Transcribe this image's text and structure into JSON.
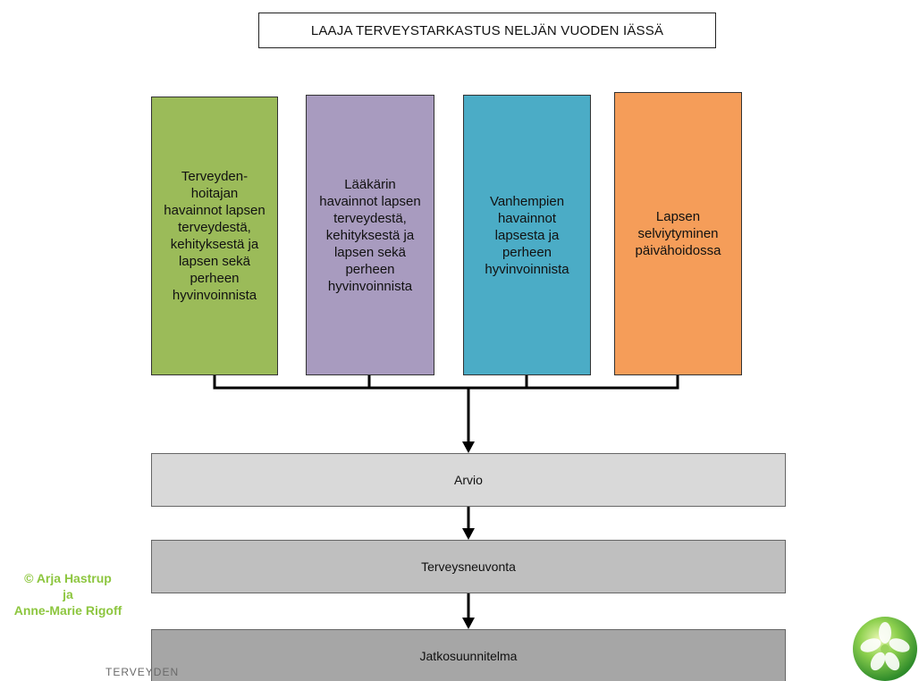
{
  "header": {
    "title": "LAAJA TERVEYSTARKASTUS NELJÄN VUODEN IÄSSÄ"
  },
  "colors": {
    "col1": "#9bbb59",
    "col2": "#a89bbf",
    "col3": "#4bacc6",
    "col4": "#f59d59",
    "step1": "#d9d9d9",
    "step2": "#bfbfbf",
    "step3": "#a6a6a6",
    "copyright": "#8dc63f"
  },
  "columns": [
    {
      "lines": [
        "Terveyden-",
        "hoitajan",
        "havainnot lapsen",
        "terveydestä,",
        "kehityksestä ja",
        "lapsen sekä",
        "perheen",
        "hyvinvoinnista"
      ]
    },
    {
      "lines": [
        "Lääkärin",
        "havainnot lapsen",
        "terveydestä,",
        "kehityksestä ja",
        "lapsen sekä",
        "perheen",
        "hyvinvoinnista"
      ]
    },
    {
      "lines": [
        "Vanhempien",
        "havainnot",
        "lapsesta ja",
        "perheen",
        "hyvinvoinnista"
      ]
    },
    {
      "lines": [
        "Lapsen",
        "selviytyminen",
        "päivähoidossa"
      ]
    }
  ],
  "steps": [
    {
      "label": "Arvio"
    },
    {
      "label": "Terveysneuvonta"
    },
    {
      "label": "Jatkosuunnitelma"
    }
  ],
  "footer": {
    "copyright_lines": [
      "© Arja Hastrup",
      "ja",
      "Anne-Marie Rigoff"
    ],
    "brand_text": "TERVEYDEN"
  },
  "icons": {
    "logo": "green-sphere-leaf-logo"
  }
}
